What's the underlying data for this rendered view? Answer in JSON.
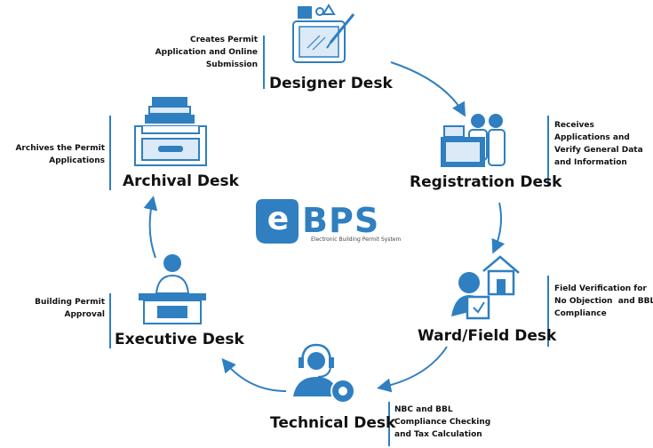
{
  "logo": {
    "letter": "e",
    "name": "BPS",
    "subtitle": "Electronic Building Permit System"
  },
  "desks": [
    {
      "title": "Designer Desk",
      "description": [
        "Creates Permit",
        "Application and Online",
        "Submission"
      ]
    },
    {
      "title": "Registration Desk",
      "description": [
        "Receives",
        "Applications and",
        "Verify General Data",
        "and Information"
      ]
    },
    {
      "title": "Ward/Field Desk",
      "description": [
        "Field Verification for",
        "No Objection  and BBL",
        "Compliance"
      ]
    },
    {
      "title": "Technical Desk",
      "description": [
        "NBC and BBL",
        "Compliance Checking",
        "and Tax Calculation"
      ]
    },
    {
      "title": "Executive Desk",
      "description": [
        "Building Permit",
        "Approval"
      ]
    },
    {
      "title": "Archival Desk",
      "description": [
        "Archives the Permit",
        "Applications"
      ]
    }
  ],
  "colors": {
    "accent": "#2f7fc1",
    "text": "#111111"
  },
  "icons": [
    "drawing-tablet-icon",
    "reception-desk-icon",
    "field-house-icon",
    "headset-gear-icon",
    "executive-person-icon",
    "file-drawer-icon"
  ]
}
